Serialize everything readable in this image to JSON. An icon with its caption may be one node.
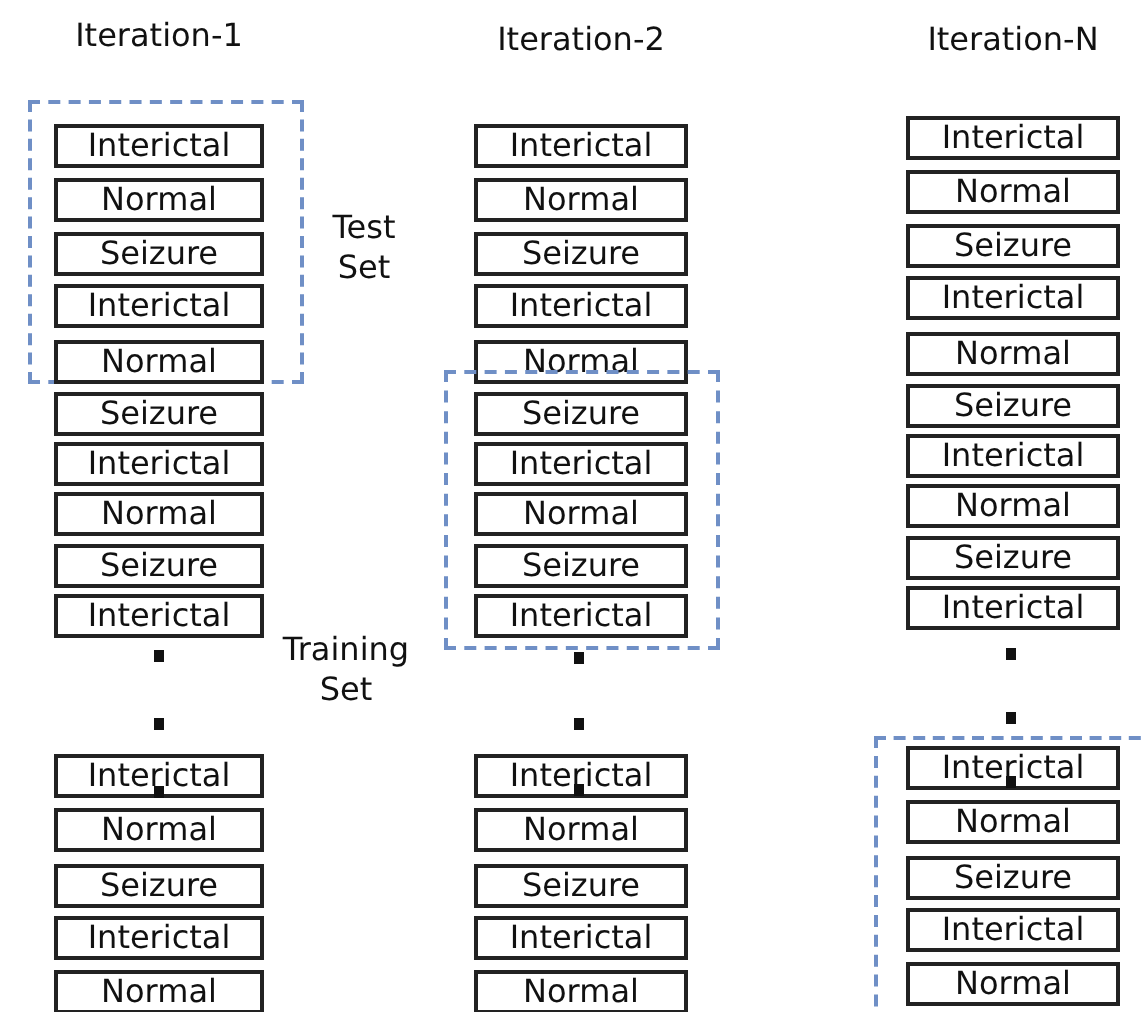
{
  "diagram": {
    "nodes": [
      {
        "text": [],
        "shape": "box"
      },
      {
        "text": [
          "Interictal"
        ],
        "in": 0
      },
      {
        "text": [
          "Normal"
        ],
        "in": 0
      },
      {
        "text": [
          "Seizure"
        ],
        "in": 0
      },
      {
        "text": [
          "Interictal"
        ],
        "in": 0
      },
      {
        "text": [
          "Normal"
        ],
        "in": 0
      },
      {
        "text": [
          "Seizure"
        ]
      },
      {
        "text": [
          "Interictal"
        ]
      },
      {
        "text": [
          "Normal"
        ]
      },
      {
        "text": [
          "Seizure"
        ]
      },
      {
        "text": [
          "Interictal"
        ]
      },
      {
        "text": [
          "Interictal"
        ]
      },
      {
        "text": [
          "Normal"
        ]
      },
      {
        "text": [
          "Seizure"
        ]
      },
      {
        "text": [
          "Interictal"
        ]
      },
      {
        "text": [
          "Normal"
        ]
      },
      {
        "text": [
          "Interictal"
        ]
      },
      {
        "text": [
          "Normal"
        ]
      },
      {
        "text": [
          "Seizure"
        ]
      },
      {
        "text": [
          "Interictal"
        ]
      },
      {
        "text": [
          "Normal"
        ]
      },
      {
        "text": [],
        "shape": "box"
      },
      {
        "text": [
          "Seizure"
        ],
        "in": 21
      },
      {
        "text": [
          "Interictal"
        ],
        "in": 21
      },
      {
        "text": [
          "Normal"
        ],
        "in": 21
      },
      {
        "text": [
          "Seizure"
        ],
        "in": 21
      },
      {
        "text": [
          "Interictal"
        ],
        "in": 21
      },
      {
        "text": [
          "Interictal"
        ]
      },
      {
        "text": [
          "Normal"
        ]
      },
      {
        "text": [
          "Seizure"
        ]
      },
      {
        "text": [
          "Interictal"
        ]
      },
      {
        "text": [
          "Normal"
        ]
      },
      {
        "text": [
          "Interictal"
        ]
      },
      {
        "text": [
          "Normal"
        ]
      },
      {
        "text": [
          "Seizure"
        ]
      },
      {
        "text": [
          "Interictal"
        ]
      },
      {
        "text": [
          "Normal"
        ]
      },
      {
        "text": [
          "Seizure"
        ]
      },
      {
        "text": [
          "Interictal"
        ]
      },
      {
        "text": [
          "Normal"
        ]
      },
      {
        "text": [
          "Seizure"
        ]
      },
      {
        "text": [
          "Interictal"
        ]
      },
      {
        "text": [],
        "shape": "box"
      },
      {
        "text": [
          "Interictal"
        ],
        "in": 42
      },
      {
        "text": [
          "Normal"
        ],
        "in": 42
      },
      {
        "text": [
          "Seizure"
        ],
        "in": 42
      },
      {
        "text": [
          "Interictal"
        ],
        "in": 42
      },
      {
        "text": [
          "Normal"
        ],
        "in": 42
      }
    ],
    "labels": [
      "Iteration-1",
      "Iteration-2",
      "Iteration-N",
      "Test Set",
      "Training Set"
    ]
  }
}
